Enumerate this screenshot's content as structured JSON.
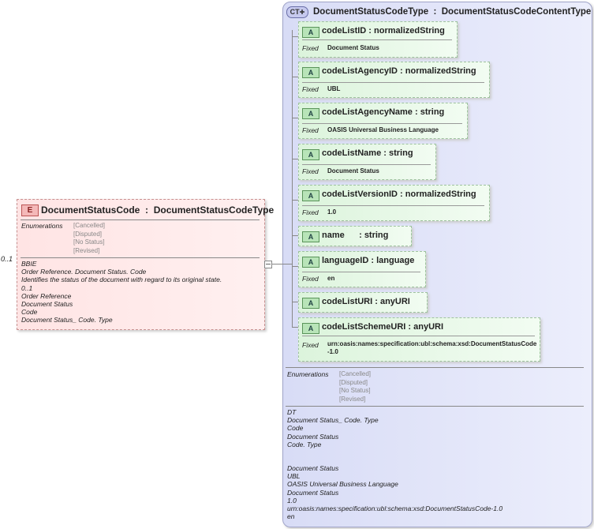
{
  "element": {
    "badge": "E",
    "name": "DocumentStatusCode",
    "type": "DocumentStatusCodeType",
    "cardinality": "0..1",
    "enumerations_label": "Enumerations",
    "enumerations": [
      "[Cancelled]",
      "[Disputed]",
      "[No Status]",
      "[Revised]"
    ],
    "annotation": [
      "BBIE",
      "Order Reference. Document Status. Code",
      "Identifies the status of the document with regard to its original state.",
      "0..1",
      "Order Reference",
      "Document Status",
      "Code",
      "Document Status_ Code. Type"
    ]
  },
  "complex_type": {
    "badge": "CT",
    "name": "DocumentStatusCodeType",
    "base": "DocumentStatusCodeContentType",
    "attributes": [
      {
        "badge": "A",
        "name": "codeListID",
        "type": "normalizedString",
        "fixed_label": "Fixed",
        "fixed": "Document Status"
      },
      {
        "badge": "A",
        "name": "codeListAgencyID",
        "type": "normalizedString",
        "fixed_label": "Fixed",
        "fixed": "UBL"
      },
      {
        "badge": "A",
        "name": "codeListAgencyName",
        "type": "string",
        "fixed_label": "Fixed",
        "fixed": "OASIS Universal Business Language"
      },
      {
        "badge": "A",
        "name": "codeListName",
        "type": "string",
        "fixed_label": "Fixed",
        "fixed": "Document Status"
      },
      {
        "badge": "A",
        "name": "codeListVersionID",
        "type": "normalizedString",
        "fixed_label": "Fixed",
        "fixed": "1.0"
      },
      {
        "badge": "A",
        "name": "name",
        "type": "string"
      },
      {
        "badge": "A",
        "name": "languageID",
        "type": "language",
        "fixed_label": "Fixed",
        "fixed": "en"
      },
      {
        "badge": "A",
        "name": "codeListURI",
        "type": "anyURI"
      },
      {
        "badge": "A",
        "name": "codeListSchemeURI",
        "type": "anyURI",
        "fixed_label": "Fixed",
        "fixed": "urn:oasis:names:specification:ubl:schema:xsd:DocumentStatusCode-1.0"
      }
    ],
    "enumerations_label": "Enumerations",
    "enumerations": [
      "[Cancelled]",
      "[Disputed]",
      "[No Status]",
      "[Revised]"
    ],
    "annotation": [
      "DT",
      "Document Status_ Code. Type",
      "Code",
      "Document Status",
      "Code. Type"
    ],
    "annotation2": [
      "Document Status",
      "UBL",
      "OASIS Universal Business Language",
      "Document Status",
      "1.0",
      "urn:oasis:names:specification:ubl:schema:xsd:DocumentStatusCode-1.0",
      "en"
    ]
  }
}
